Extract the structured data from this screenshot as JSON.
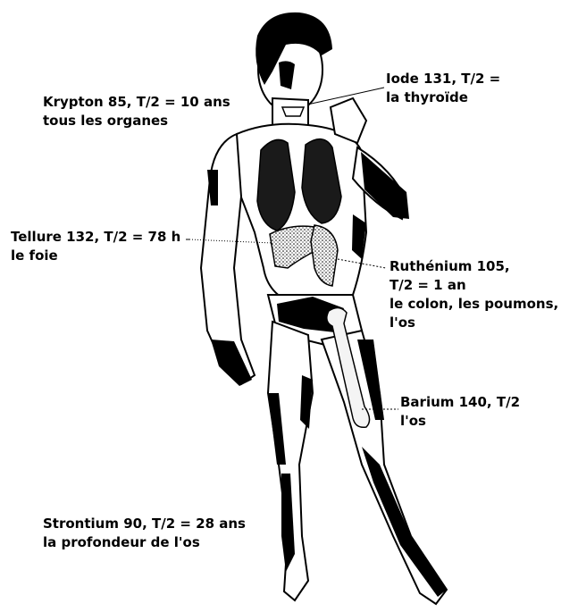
{
  "labels": {
    "iode": {
      "lines": [
        "Iode 131, T/2 =",
        "la thyroïde"
      ]
    },
    "krypton": {
      "lines": [
        "Krypton 85, T/2 = 10 ans",
        "tous les organes"
      ]
    },
    "tellure": {
      "lines": [
        "Tellure 132, T/2 = 78 h",
        "le foie"
      ]
    },
    "ruthenium": {
      "lines": [
        "Ruthénium 105,",
        "T/2 = 1 an",
        "le colon, les poumons,",
        "l'os"
      ]
    },
    "barium": {
      "lines": [
        "Barium 140, T/2",
        "l'os"
      ]
    },
    "strontium": {
      "lines": [
        "Strontium 90, T/2 = 28 ans",
        "la profondeur de l'os"
      ]
    }
  },
  "colors": {
    "ink": "#000000",
    "organ_fill": "#bdbdbd",
    "bone_fill": "#e0e0e0",
    "background": "#ffffff"
  }
}
